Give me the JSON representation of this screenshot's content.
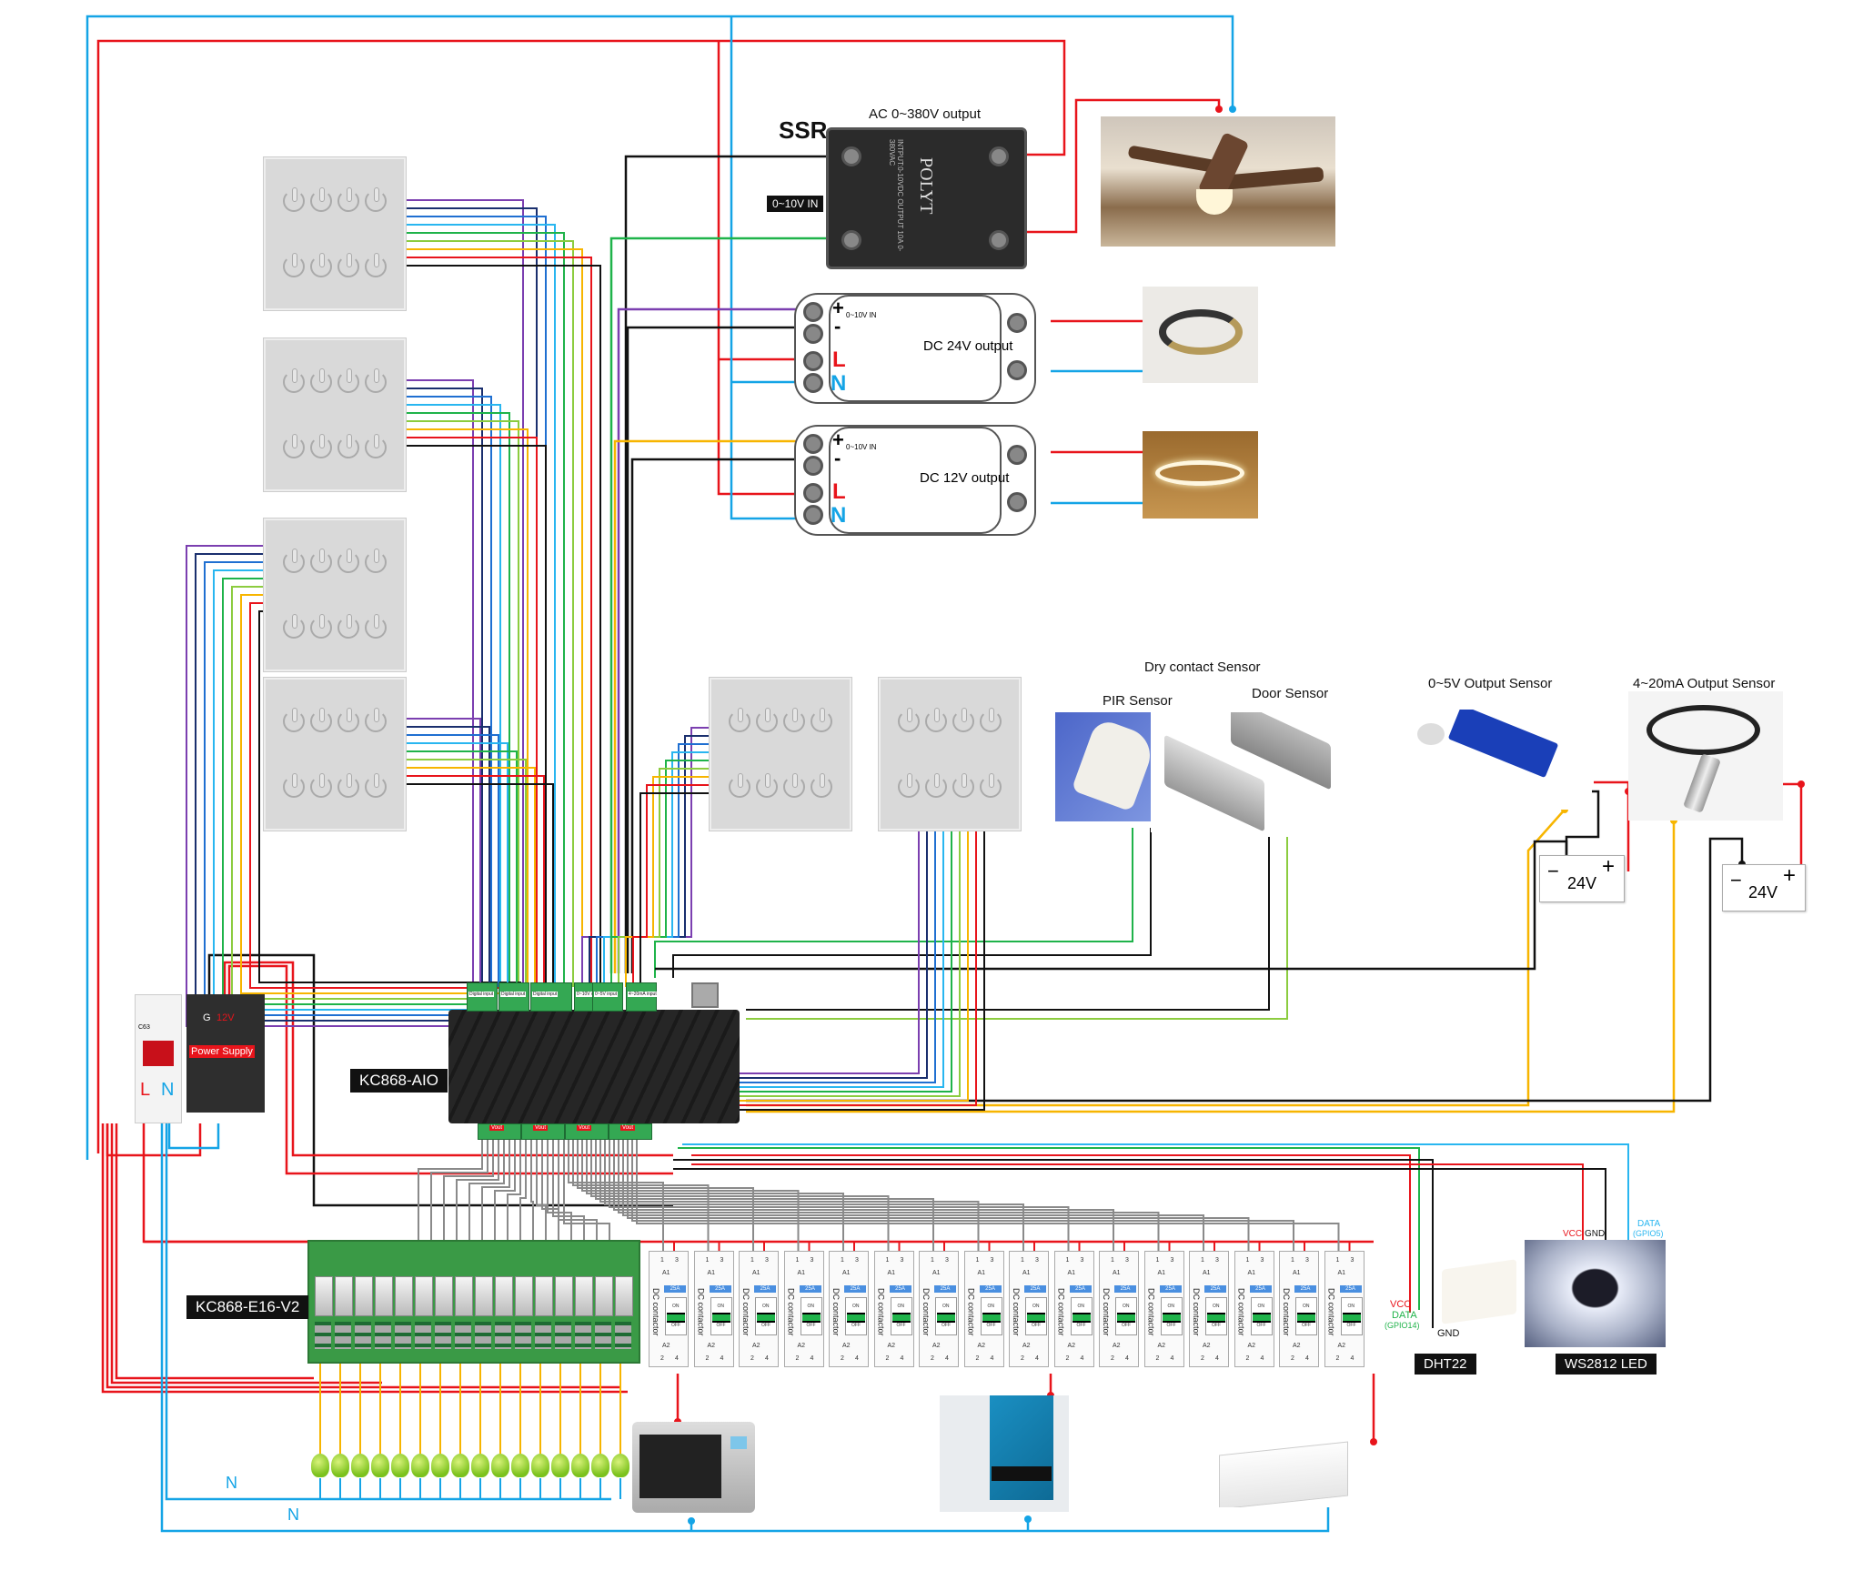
{
  "diagram": {
    "type": "wiring-diagram",
    "title": "KC868-AIO home automation wiring"
  },
  "ssr": {
    "title": "SSR",
    "output_label": "AC 0~380V output",
    "input_tag": "0~10V IN",
    "brand": "POLYT",
    "spec_text": "INTPUT:0-10VDC  OUTPUT 10A  0-380VAC",
    "load": "ceiling fan"
  },
  "drivers": [
    {
      "output_label": "DC 24V output",
      "input_label": "0~10V IN",
      "plus": "+",
      "minus": "-",
      "l": "L",
      "n": "N",
      "load": "ceiling ring lamp"
    },
    {
      "output_label": "DC 12V output",
      "input_label": "0~10V IN",
      "plus": "+",
      "minus": "-",
      "l": "L",
      "n": "N",
      "load": "pendant ring lamp"
    }
  ],
  "switch_panels": {
    "count": 6,
    "buttons_per_panel": 8
  },
  "sensors": {
    "dry_contact_heading": "Dry contact Sensor",
    "pir": "PIR Sensor",
    "door": "Door Sensor",
    "voltage": "0~5V Output Sensor",
    "current": "4~20mA Output Sensor",
    "battery_label": "24V",
    "battery_minus": "−",
    "battery_plus": "+"
  },
  "controller": {
    "name": "KC868-AIO",
    "blocks": [
      "Digital input",
      "Digital input",
      "Digital input",
      "0~10V output",
      "0~5V input",
      "4~20mA input"
    ],
    "vout_labels": [
      "Vout",
      "Vout",
      "Vout",
      "Vout"
    ]
  },
  "breaker": {
    "code": "C63",
    "l": "L",
    "n": "N"
  },
  "power_supply": {
    "label": "Power Supply",
    "g": "G",
    "v": "12V"
  },
  "relay_board": {
    "name": "KC868-E16-V2",
    "channels": 16
  },
  "contactors": {
    "count": 16,
    "label": "DC contactor",
    "rating": "25A",
    "on": "ON",
    "off": "OFF",
    "pins": [
      "1",
      "3",
      "A1",
      "A2",
      "2",
      "4"
    ]
  },
  "dht22": {
    "name": "DHT22",
    "vcc": "VCC",
    "data": "DATA",
    "gpio": "(GPIO14)",
    "gnd": "GND"
  },
  "ws2812": {
    "name": "WS2812  LED",
    "vcc": "VCC",
    "gnd": "GND",
    "data": "DATA",
    "gpio": "(GPIO5)"
  },
  "loads": {
    "lamps_count": 16,
    "appliances": [
      "oven",
      "water heater",
      "air conditioner"
    ]
  },
  "neutral_labels": [
    "N",
    "N"
  ],
  "colors": {
    "live": "#e8141b",
    "neutral": "#14a4e6",
    "wire_bundle": [
      "#7b3fb0",
      "#1a2f6e",
      "#1f6fd1",
      "#29b6f0",
      "#1fb34a",
      "#8ccc3f",
      "#f7b500",
      "#e8141b",
      "#111111"
    ],
    "analog": "#f7b500",
    "signal_gray": "#8a8a8a"
  }
}
